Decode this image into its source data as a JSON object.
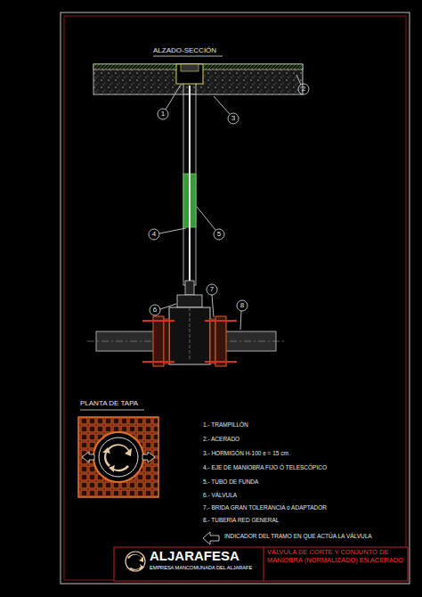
{
  "diagram": {
    "title": "ALZADO-SECCIÓN",
    "labels": [
      "1",
      "2",
      "3",
      "4",
      "5",
      "6",
      "7",
      "8",
      "PLANTA DE TAPA",
      "1.- TRAMPILLÓN",
      "2.- ACERADO",
      "3.- HORMIGÓN H-100 e = 15 cm.",
      "4.- EJE DE MANIOBRA FIJO Ó TELESCÓPICO",
      "5.- TUBO DE FUNDA",
      "6.- VÁLVULA",
      "7.- BRIDA GRAN TOLERANCIA ó ADAPTADOR",
      "8.- TUBERIA RED GENERAL",
      "ALJARAFESA",
      "EMPRESA MANCOMUNADA DEL ALJARAFE",
      "VÁLVULA DE CORTE Y CONJUNTO DE MANIOBRA (NORMALIZADO) EN ACERADO"
    ],
    "legend": [
      {
        "text": "INDICADOR DEL TRAMO EN QUE ACTÚA LA VÁLVULA"
      }
    ]
  }
}
